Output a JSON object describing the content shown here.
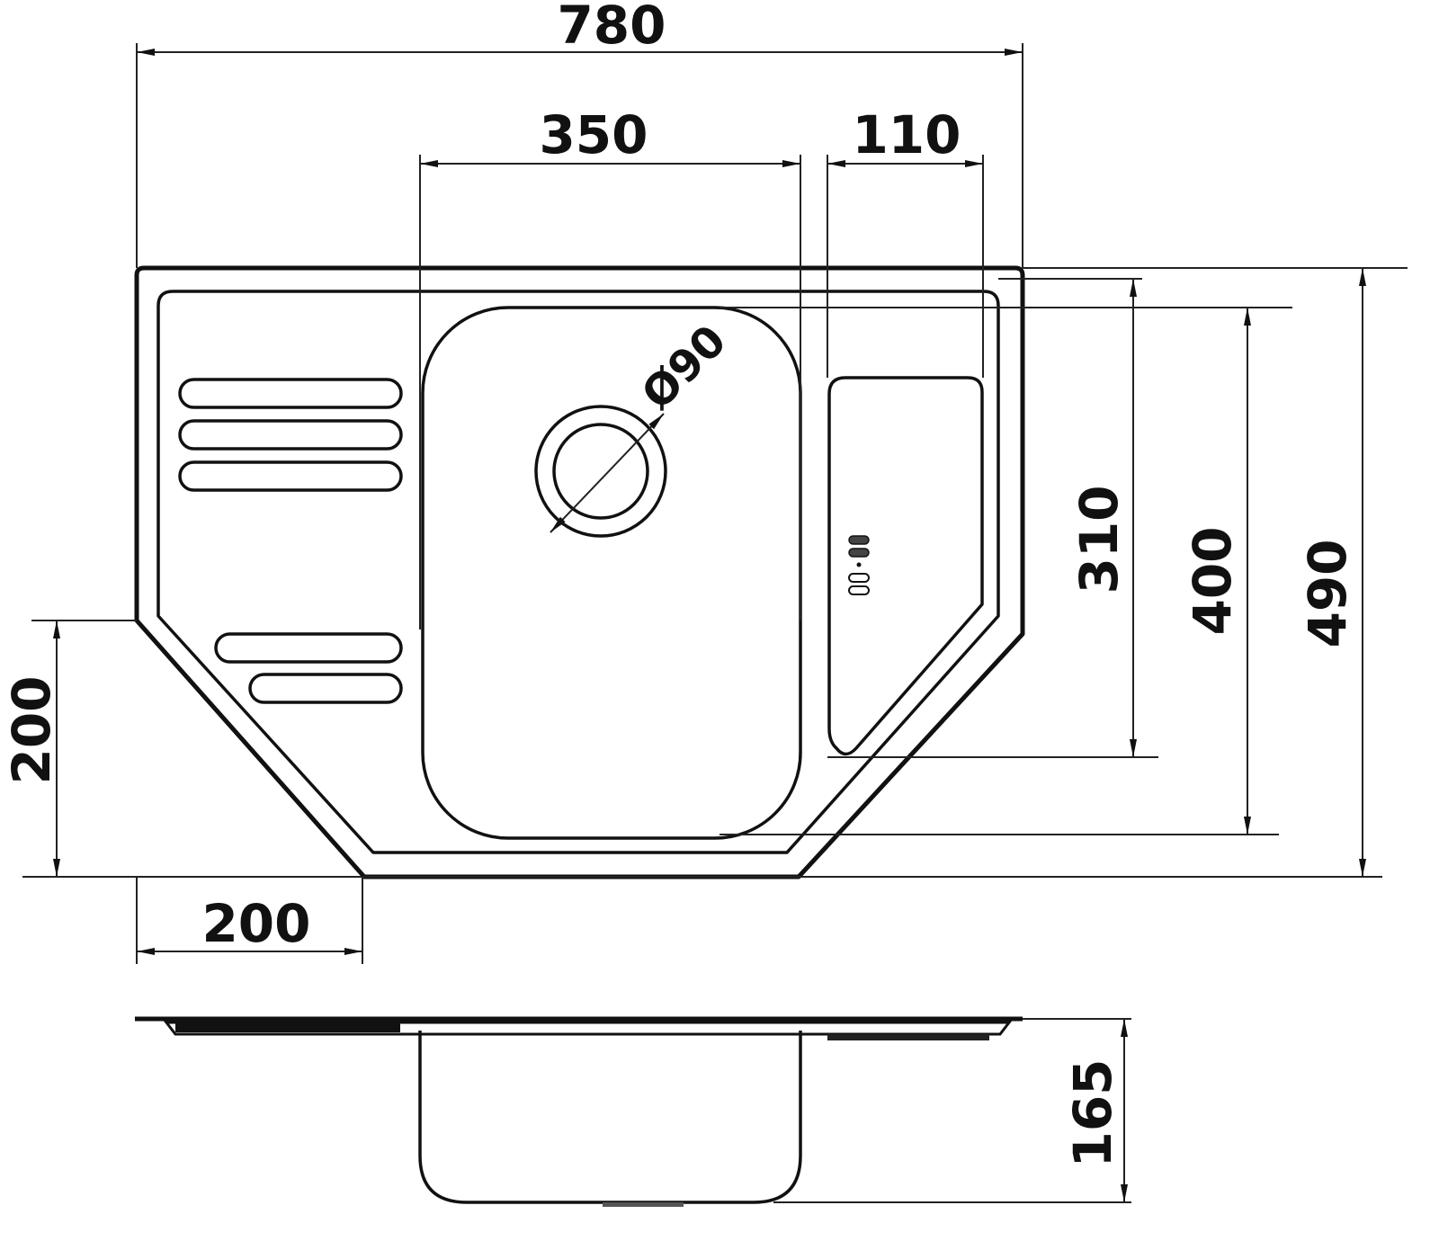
{
  "title": "Corner kitchen sink dimension drawing",
  "dimensions": {
    "overall_width": "780",
    "main_bowl_width": "350",
    "small_bowl_width": "110",
    "drain_diameter": "Ø90",
    "small_bowl_depth": "310",
    "main_bowl_depth": "400",
    "overall_depth": "490",
    "corner_cut_height": "200",
    "corner_cut_width": "200",
    "bowl_height": "165"
  },
  "colors": {
    "line": "#111111",
    "background": "#ffffff"
  }
}
